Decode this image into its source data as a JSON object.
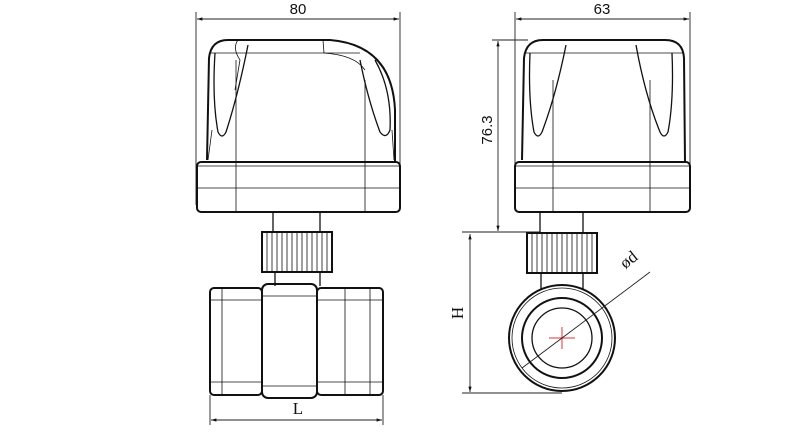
{
  "title": "Electric ball valve actuator dimension drawing",
  "dimensions": {
    "front_width": "80",
    "side_width": "63",
    "actuator_height": "76.3",
    "valve_height": "H",
    "valve_length": "L",
    "port_diameter": "ød"
  },
  "colors": {
    "line": "#111111",
    "center_mark": "#e0303a"
  }
}
